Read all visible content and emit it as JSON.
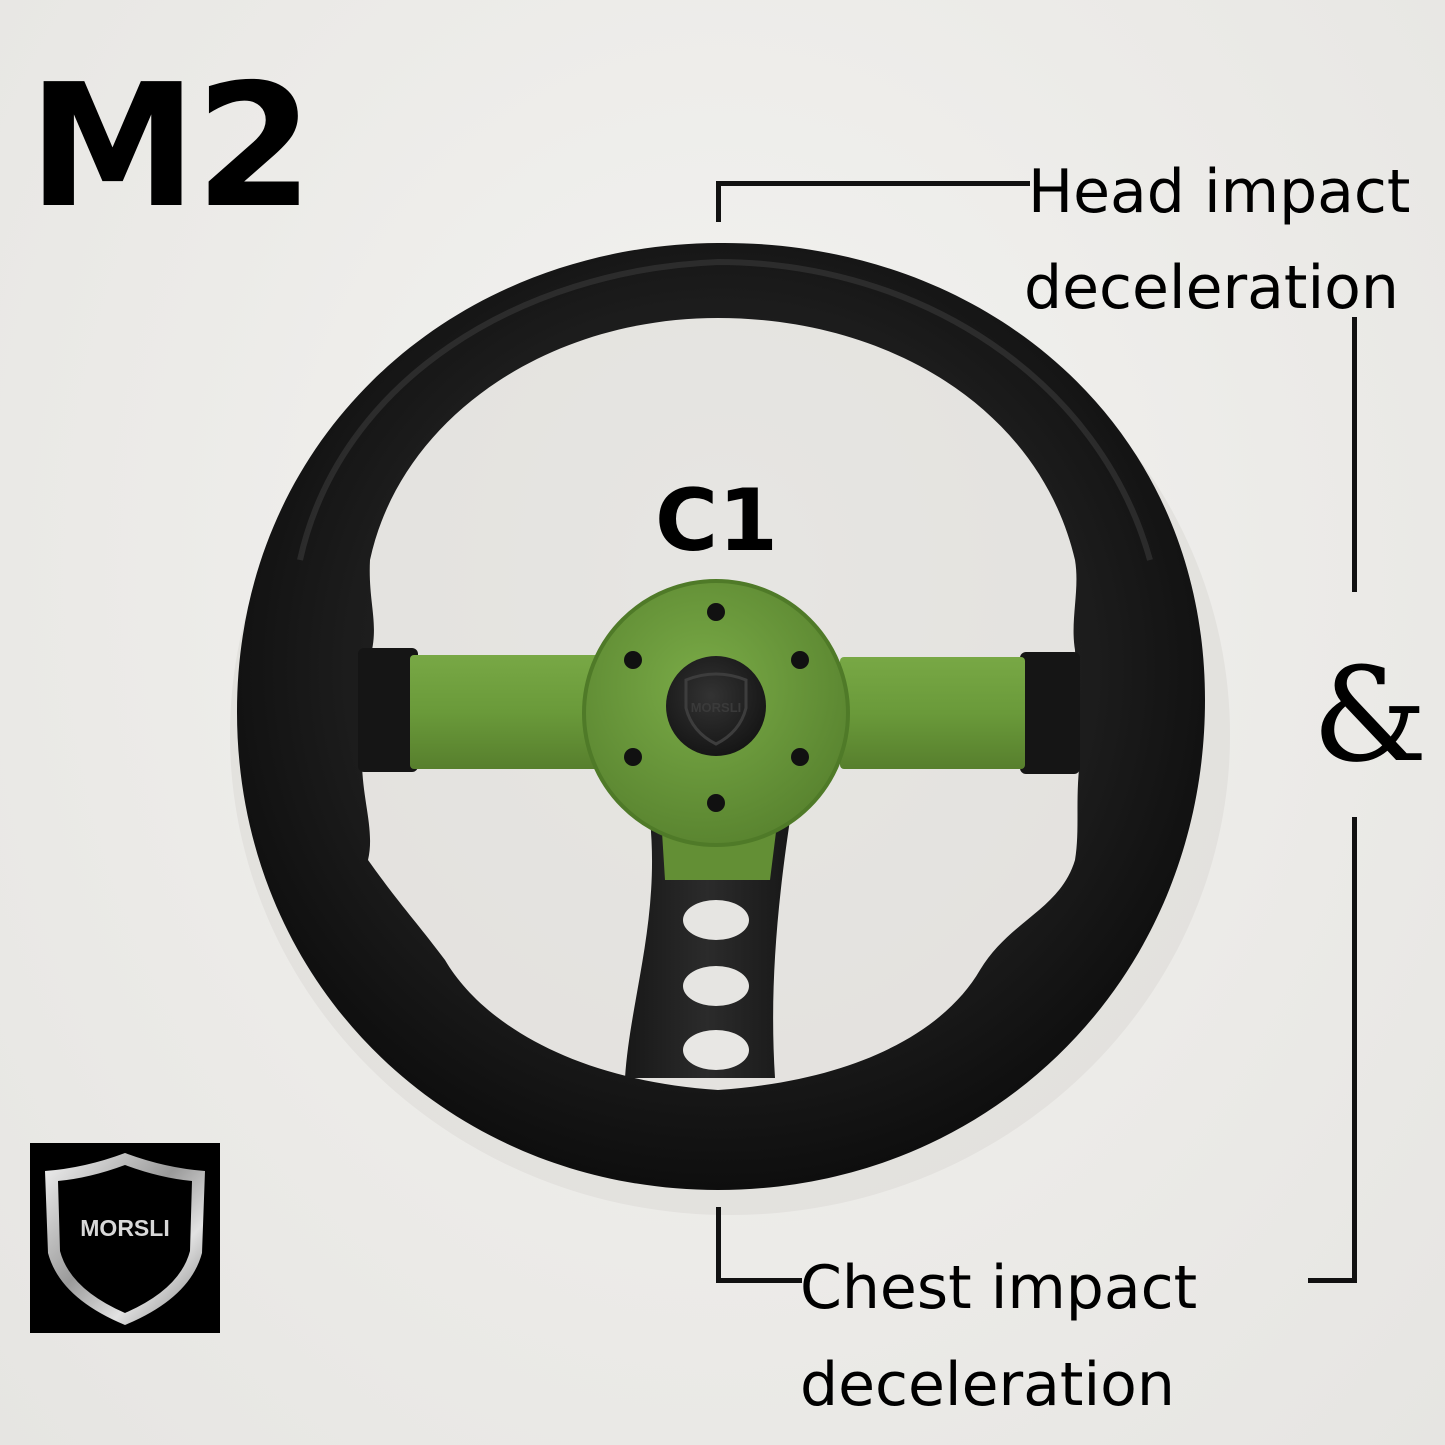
{
  "model": "M2",
  "hub_label": "C1",
  "head_annotation": {
    "line1": "Head impact",
    "line2": "deceleration"
  },
  "chest_annotation": {
    "line1": "Chest impact",
    "line2": "deceleration"
  },
  "ampersand": "&",
  "brand": {
    "logo_text": "MORSLI",
    "horn_text": "MORSLI"
  },
  "colors": {
    "spoke_green": "#6a9a3a",
    "rim_black": "#1a1a1a",
    "lower_spoke": "#222222"
  }
}
